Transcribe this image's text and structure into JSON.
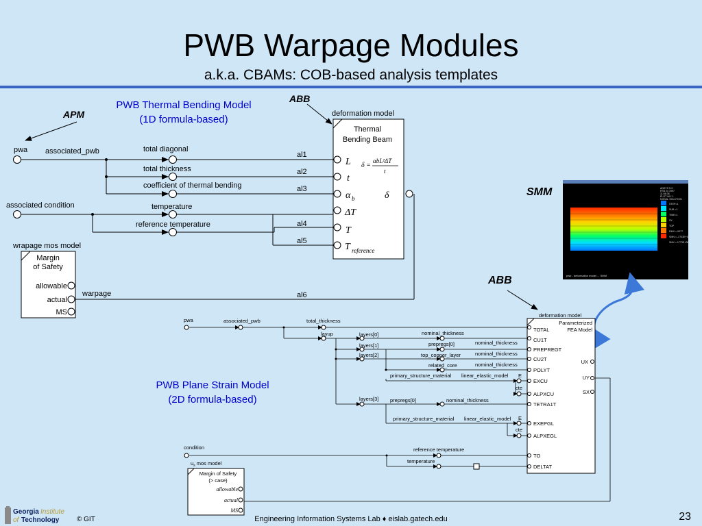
{
  "slide": {
    "title": "PWB Warpage Modules",
    "subtitle": "a.k.a. CBAMs: COB-based analysis templates",
    "page_number": "23"
  },
  "footer": {
    "copyright": "© GIT",
    "lab": "Engineering Information Systems Lab ♦ eislab.gatech.edu",
    "logo_line1_a": "Georgia",
    "logo_line1_b": "Institute",
    "logo_line2_a": "of",
    "logo_line2_b": "Technology"
  },
  "tags": {
    "apm": "APM",
    "abb_top": "ABB",
    "abb_mid": "ABB",
    "smm": "SMM"
  },
  "thermal_model": {
    "heading1": "PWB Thermal Bending Model",
    "heading2": "(1D formula-based)",
    "pwa": "pwa",
    "associated_pwb": "associated_pwb",
    "total_diagonal": "total diagonal",
    "total_thickness": "total thickness",
    "coefficient": "coefficient of thermal bending",
    "associated_condition": "associated condition",
    "temperature": "temperature",
    "reference_temperature": "reference temperature",
    "wrapage_mos_model": "wrapage mos model",
    "margin_title1": "Margin",
    "margin_title2": "of Safety",
    "allowable": "allowable",
    "actual": "actual",
    "ms": "MS",
    "warpage": "warpage",
    "al1": "al1",
    "al2": "al2",
    "al3": "al3",
    "al4": "al4",
    "al5": "al5",
    "al6": "al6",
    "deformation_model": "deformation model",
    "abb_title1": "Thermal",
    "abb_title2": "Bending Beam",
    "var_L": "L",
    "var_t": "t",
    "var_alpha": "α",
    "var_alpha_sub": "b",
    "var_dT": "ΔT",
    "var_T": "T",
    "var_Tref": "T",
    "var_Tref_sub": "reference",
    "var_delta": "δ",
    "formula_lhs": "δ =",
    "formula_num": "αbL²ΔT",
    "formula_den": "t"
  },
  "plane_strain_model": {
    "heading1": "PWB Plane Strain Model",
    "heading2": "(2D formula-based)",
    "pwa": "pwa",
    "associated_pwb": "associated_pwb",
    "total_thickness": "total_thickness",
    "layup": "layup",
    "layers0": "layers[0]",
    "layers1": "layers[1]",
    "layers2": "layers[2]",
    "layers3": "layers[3]",
    "nominal_thickness_a": "nominal_thickness",
    "prepregs0_a": "prepregs[0]",
    "nominal_thickness_b": "nominal_thickness",
    "top_copper_layer": "top_copper_layer",
    "nominal_thickness_c": "nominal_thickness",
    "related_core": "related_core",
    "nominal_thickness_d": "nominal_thickness",
    "primary_structure_material_a": "primary_structure_material",
    "linear_elastic_model_a": "linear_elastic_model",
    "E_a": "E",
    "cte_a": "cte",
    "prepregs0_b": "prepregs[0]",
    "nominal_thickness_e": "nominal_thickness",
    "primary_structure_material_b": "primary_structure_material",
    "linear_elastic_model_b": "linear_elastic_model",
    "E_b": "E",
    "cte_b": "cte",
    "condition": "condition",
    "reference_temperature": "reference temperature",
    "temperature": "temperature",
    "us_mos_model": "u",
    "us_mos_model_sub": "s",
    "us_mos_model_rest": " mos model",
    "mos_title1": "Margin of Safety",
    "mos_title2": "(> case)",
    "allowable": "allowable",
    "actual": "actual",
    "ms": "MS",
    "deformation_model": "deformation model",
    "fea_title1": "Parameterized",
    "fea_title2": "FEA Model",
    "inputs": [
      "TOTAL",
      "CU1T",
      "PREPREGT",
      "CU2T",
      "POLYT",
      "EXCU",
      "ALPXCU",
      "TETRA1T",
      "EXEPGL",
      "ALPXEGL",
      "TO",
      "DELTAT"
    ],
    "outputs": [
      "UX",
      "UY",
      "SX"
    ]
  },
  "fea_window": {
    "side_text": [
      "ANSYS 5.3",
      "FEB 24 1997",
      "11:58:36",
      "PLOT NO. 1",
      "NODAL SOLUTION",
      "STEP=1",
      "SUB =1",
      "TIME=1",
      "SX",
      "TOP",
      "DMX =.0077",
      "SMN =-.2743E+08",
      "SMX =.1773E+08"
    ],
    "bottom_text": "pwb - deformation model ... SMM"
  },
  "colors": {
    "background": "#cfe6f7",
    "rule": "#3a64c4",
    "heading_blue": "#0000cc",
    "arrow_blue": "#3b78d8"
  }
}
